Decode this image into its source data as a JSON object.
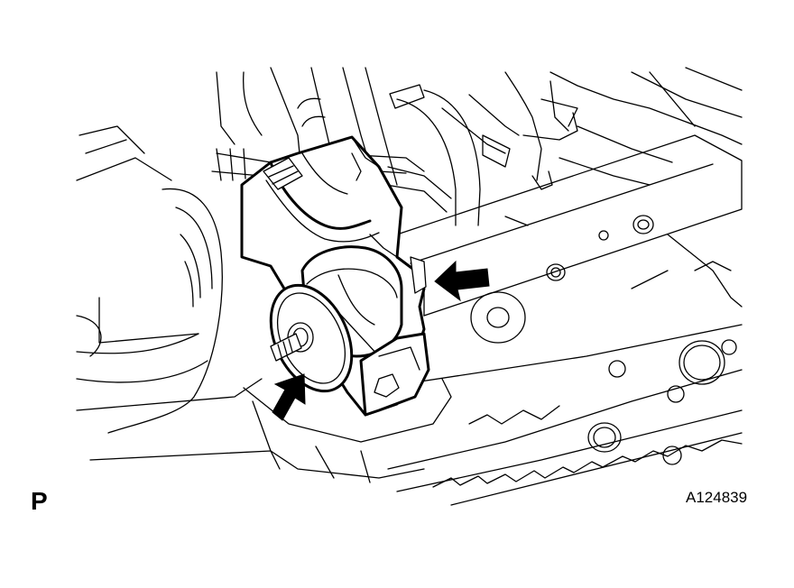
{
  "labels": {
    "corner_letter": "P",
    "figure_code": "A124839"
  },
  "colors": {
    "line": "#000000",
    "background": "#ffffff"
  },
  "callouts": [
    {
      "name": "arrow-right-callout",
      "direction": "left"
    },
    {
      "name": "arrow-bottom-callout",
      "direction": "up-right"
    }
  ]
}
